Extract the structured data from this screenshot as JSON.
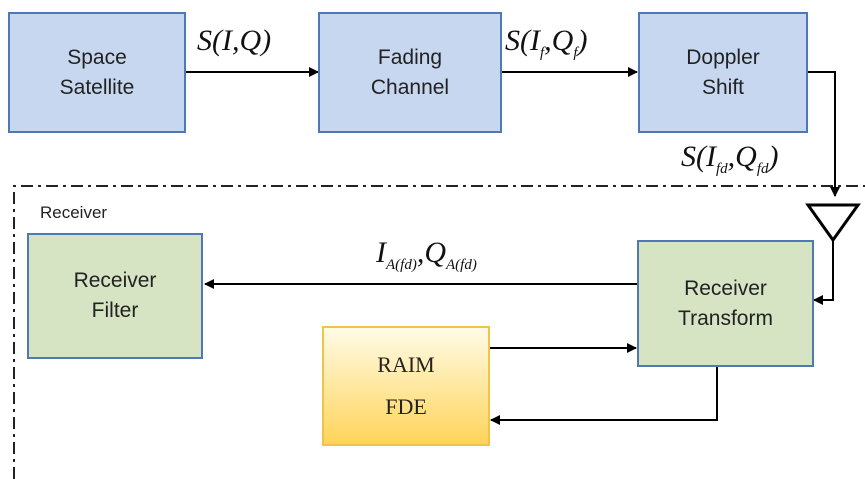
{
  "blocks": {
    "space_satellite": [
      "Space",
      "Satellite"
    ],
    "fading_channel": [
      "Fading",
      "Channel"
    ],
    "doppler_shift": [
      "Doppler",
      "Shift"
    ],
    "receiver_filter": [
      "Receiver",
      "Filter"
    ],
    "receiver_transform": [
      "Receiver",
      "Transform"
    ],
    "raim_fde": [
      "RAIM",
      "FDE"
    ]
  },
  "region_label": "Receiver",
  "signals": {
    "s_iq": {
      "prefix": "S(I,Q)"
    },
    "s_if_qf": {
      "s": "S(I",
      "sub1": "f",
      "mid": ",Q",
      "sub2": "f",
      "end": ")"
    },
    "s_ifd_qfd": {
      "s": "S(I",
      "sub1": "fd",
      "mid": ",Q",
      "sub2": "fd",
      "end": ")"
    },
    "i_q_afd": {
      "s": "I",
      "sub1": "A(fd)",
      "mid": ",Q",
      "sub2": "A(fd)"
    }
  },
  "colors": {
    "blue_fill": "#c6d7ef",
    "green_fill": "#d6e4c4",
    "border": "#4f79b6",
    "raim_top": "#fffbe6",
    "raim_bottom": "#ffd45a"
  }
}
